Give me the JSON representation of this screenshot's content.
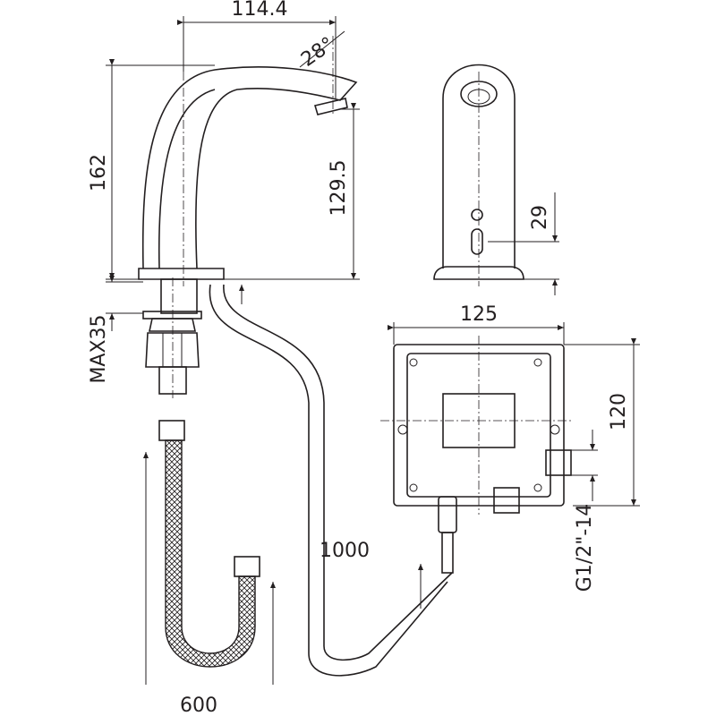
{
  "title": "Sensor faucet dimension drawing",
  "dimensions": {
    "spout_reach": "114.4",
    "spout_angle": "28°",
    "total_height": "162",
    "outlet_height": "129.5",
    "sensor_height": "29",
    "max_deck_thickness": "MAX35",
    "box_width": "125",
    "box_height": "120",
    "connection_thread": "G1/2\"-14",
    "cable_length": "1000",
    "hose_length": "600"
  },
  "colors": {
    "line": "#231f20",
    "background": "#ffffff"
  }
}
